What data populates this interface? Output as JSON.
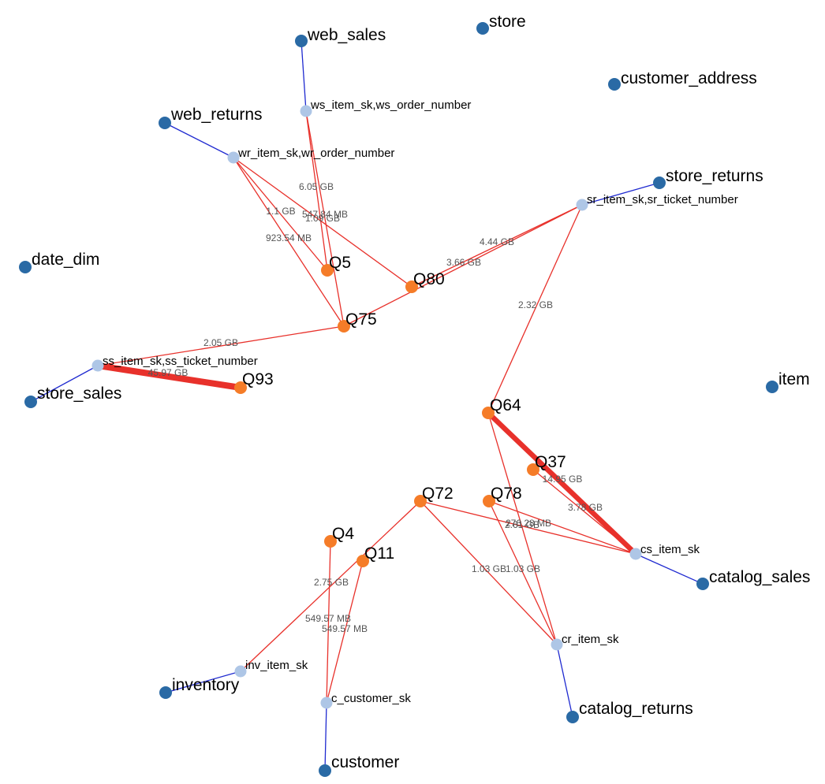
{
  "colors": {
    "table_node": "#2a6aa5",
    "key_node": "#aec6e6",
    "query_node": "#f57c28",
    "table_key_edge": "#1f2ad0",
    "query_edge": "#e8312b"
  },
  "nodes": [
    {
      "id": "web_sales",
      "label": "web_sales",
      "type": "table"
    },
    {
      "id": "store",
      "label": "store",
      "type": "table"
    },
    {
      "id": "customer_address",
      "label": "customer_address",
      "type": "table"
    },
    {
      "id": "web_returns",
      "label": "web_returns",
      "type": "table"
    },
    {
      "id": "store_returns",
      "label": "store_returns",
      "type": "table"
    },
    {
      "id": "date_dim",
      "label": "date_dim",
      "type": "table"
    },
    {
      "id": "store_sales",
      "label": "store_sales",
      "type": "table"
    },
    {
      "id": "item",
      "label": "item",
      "type": "table"
    },
    {
      "id": "catalog_sales",
      "label": "catalog_sales",
      "type": "table"
    },
    {
      "id": "inventory",
      "label": "inventory",
      "type": "table"
    },
    {
      "id": "catalog_returns",
      "label": "catalog_returns",
      "type": "table"
    },
    {
      "id": "customer",
      "label": "customer",
      "type": "table"
    },
    {
      "id": "ws_key",
      "label": "ws_item_sk,ws_order_number",
      "type": "key"
    },
    {
      "id": "wr_key",
      "label": "wr_item_sk,wr_order_number",
      "type": "key"
    },
    {
      "id": "sr_key",
      "label": "sr_item_sk,sr_ticket_number",
      "type": "key"
    },
    {
      "id": "ss_key",
      "label": "ss_item_sk,ss_ticket_number",
      "type": "key"
    },
    {
      "id": "cs_key",
      "label": "cs_item_sk",
      "type": "key"
    },
    {
      "id": "cr_key",
      "label": "cr_item_sk",
      "type": "key"
    },
    {
      "id": "inv_key",
      "label": "inv_item_sk",
      "type": "key"
    },
    {
      "id": "c_key",
      "label": "c_customer_sk",
      "type": "key"
    },
    {
      "id": "Q5",
      "label": "Q5",
      "type": "query"
    },
    {
      "id": "Q80",
      "label": "Q80",
      "type": "query"
    },
    {
      "id": "Q75",
      "label": "Q75",
      "type": "query"
    },
    {
      "id": "Q93",
      "label": "Q93",
      "type": "query"
    },
    {
      "id": "Q64",
      "label": "Q64",
      "type": "query"
    },
    {
      "id": "Q37",
      "label": "Q37",
      "type": "query"
    },
    {
      "id": "Q72",
      "label": "Q72",
      "type": "query"
    },
    {
      "id": "Q78",
      "label": "Q78",
      "type": "query"
    },
    {
      "id": "Q4",
      "label": "Q4",
      "type": "query"
    },
    {
      "id": "Q11",
      "label": "Q11",
      "type": "query"
    }
  ],
  "edges": [
    {
      "source": "web_sales",
      "target": "ws_key",
      "kind": "table",
      "label": ""
    },
    {
      "source": "web_returns",
      "target": "wr_key",
      "kind": "table",
      "label": ""
    },
    {
      "source": "store_returns",
      "target": "sr_key",
      "kind": "table",
      "label": ""
    },
    {
      "source": "store_sales",
      "target": "ss_key",
      "kind": "table",
      "label": ""
    },
    {
      "source": "catalog_sales",
      "target": "cs_key",
      "kind": "table",
      "label": ""
    },
    {
      "source": "catalog_returns",
      "target": "cr_key",
      "kind": "table",
      "label": ""
    },
    {
      "source": "inventory",
      "target": "inv_key",
      "kind": "table",
      "label": ""
    },
    {
      "source": "customer",
      "target": "c_key",
      "kind": "table",
      "label": ""
    },
    {
      "source": "ws_key",
      "target": "Q5",
      "kind": "query",
      "label": "6.05 GB",
      "weight": 6.05
    },
    {
      "source": "ws_key",
      "target": "Q75",
      "kind": "query",
      "label": "1.09 GB",
      "weight": 1.09
    },
    {
      "source": "wr_key",
      "target": "Q5",
      "kind": "query",
      "label": "1.1 GB",
      "weight": 1.1
    },
    {
      "source": "wr_key",
      "target": "Q80",
      "kind": "query",
      "label": "547.84 MB",
      "weight": 0.548
    },
    {
      "source": "wr_key",
      "target": "Q75",
      "kind": "query",
      "label": "923.54 MB",
      "weight": 0.924
    },
    {
      "source": "sr_key",
      "target": "Q80",
      "kind": "query",
      "label": "4.44 GB",
      "weight": 4.44
    },
    {
      "source": "sr_key",
      "target": "Q75",
      "kind": "query",
      "label": "3.66 GB",
      "weight": 3.66
    },
    {
      "source": "sr_key",
      "target": "Q64",
      "kind": "query",
      "label": "2.32 GB",
      "weight": 2.32
    },
    {
      "source": "ss_key",
      "target": "Q75",
      "kind": "query",
      "label": "2.05 GB",
      "weight": 2.05
    },
    {
      "source": "ss_key",
      "target": "Q93",
      "kind": "query",
      "label": "45.97 GB",
      "weight": 45.97
    },
    {
      "source": "cs_key",
      "target": "Q64",
      "kind": "query",
      "label": "14.95 GB",
      "weight": 14.95
    },
    {
      "source": "cs_key",
      "target": "Q37",
      "kind": "query",
      "label": "3.78 GB",
      "weight": 3.78
    },
    {
      "source": "cs_key",
      "target": "Q72",
      "kind": "query",
      "label": "2.61 GB",
      "weight": 2.61
    },
    {
      "source": "cs_key",
      "target": "Q78",
      "kind": "query",
      "label": "276.28 MB",
      "weight": 0.276
    },
    {
      "source": "cr_key",
      "target": "Q72",
      "kind": "query",
      "label": "1.03 GB",
      "weight": 1.03
    },
    {
      "source": "cr_key",
      "target": "Q78",
      "kind": "query",
      "label": "1.03 GB",
      "weight": 1.03
    },
    {
      "source": "cr_key",
      "target": "Q64",
      "kind": "query",
      "label": "",
      "weight": 1.0
    },
    {
      "source": "inv_key",
      "target": "Q72",
      "kind": "query",
      "label": "2.75 GB",
      "weight": 2.75
    },
    {
      "source": "c_key",
      "target": "Q4",
      "kind": "query",
      "label": "549.57 MB",
      "weight": 0.55
    },
    {
      "source": "c_key",
      "target": "Q11",
      "kind": "query",
      "label": "549.57 MB",
      "weight": 0.55
    }
  ]
}
